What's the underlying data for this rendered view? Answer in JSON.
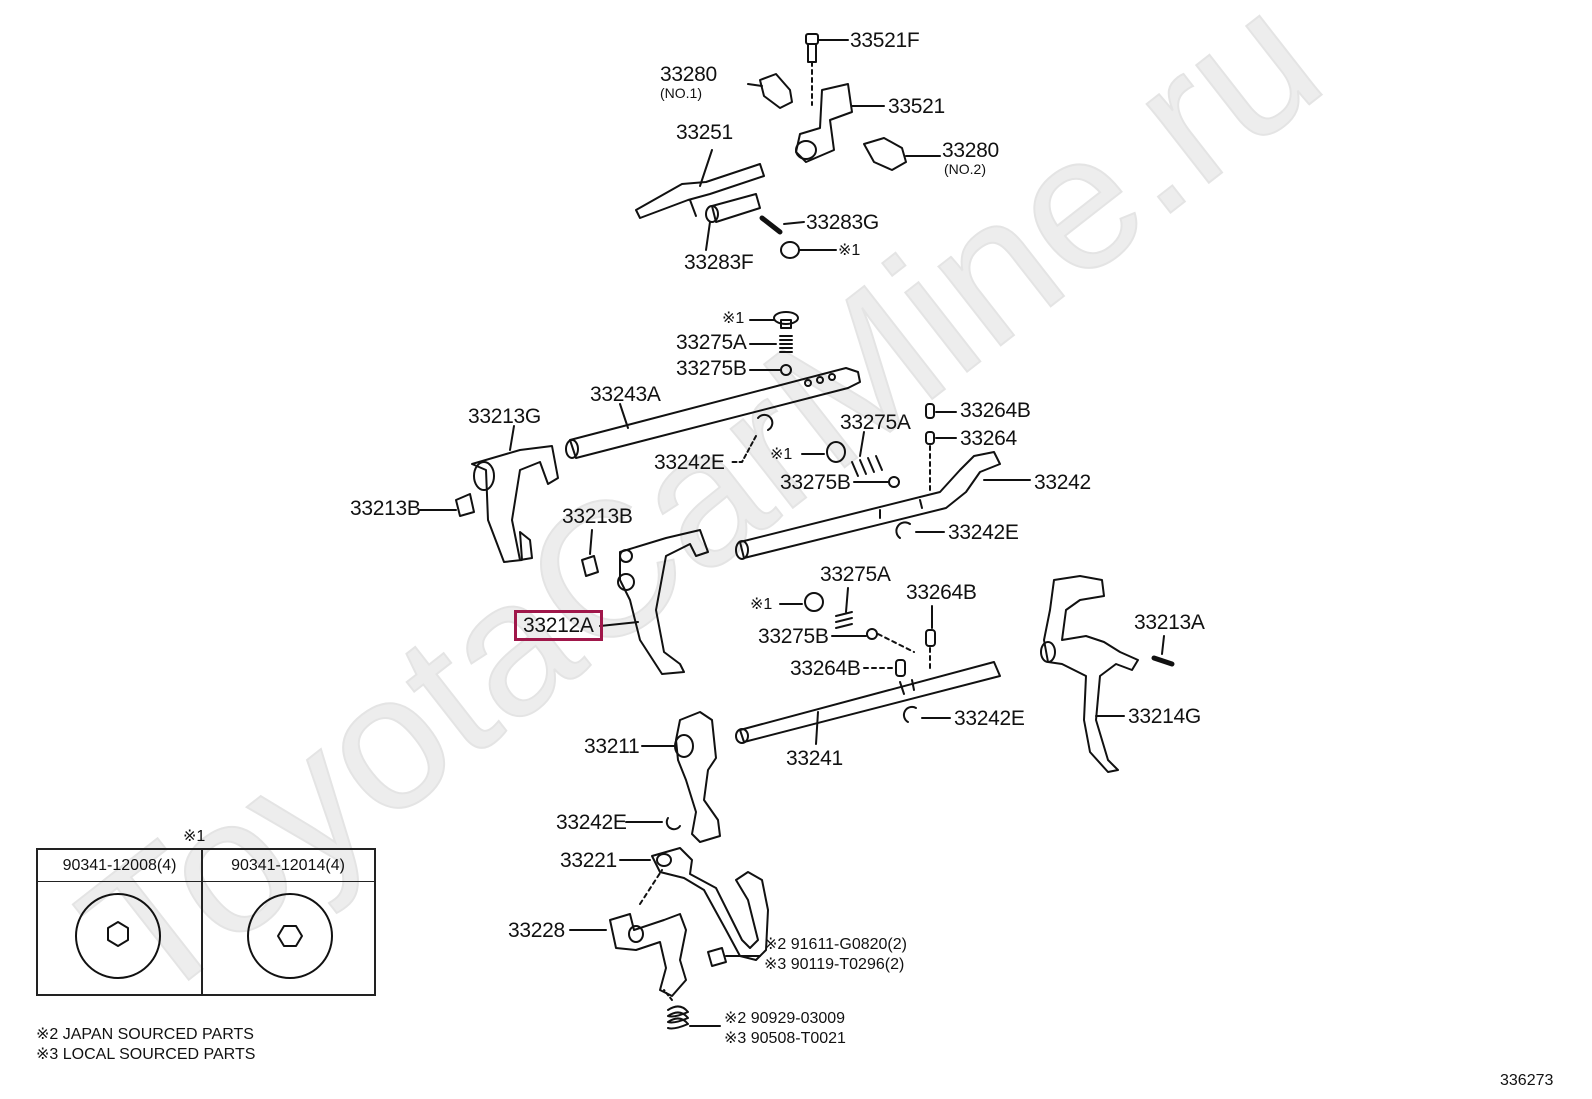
{
  "watermark": "ToyotaCarMine.ru",
  "labels": {
    "p33521F": "33521F",
    "p33280a": "33280",
    "p33280a_sub": "(NO.1)",
    "p33521": "33521",
    "p33251": "33251",
    "p33280b": "33280",
    "p33280b_sub": "(NO.2)",
    "p33283G": "33283G",
    "mark1a": "※1",
    "p33283F": "33283F",
    "mark1b": "※1",
    "p33275A_top": "33275A",
    "p33275B_top": "33275B",
    "p33243A": "33243A",
    "p33213G": "33213G",
    "p33264B_top": "33264B",
    "p33275A_mid": "33275A",
    "p33264": "33264",
    "p33242E_a": "33242E",
    "mark1c": "※1",
    "p33275B_mid": "33275B",
    "p33242": "33242",
    "p33213B_left": "33213B",
    "p33213B_mid": "33213B",
    "p33242E_b": "33242E",
    "p33275A_low": "33275A",
    "p33264B_low": "33264B",
    "mark1d": "※1",
    "p33212A": "33212A",
    "p33275B_low": "33275B",
    "p33213A": "33213A",
    "p33264B_mid": "33264B",
    "p33242E_c": "33242E",
    "p33214G": "33214G",
    "p33211": "33211",
    "p33241": "33241",
    "p33242E_d": "33242E",
    "p33221": "33221",
    "p33228": "33228",
    "bolt_a": "※2  91611-G0820(2)",
    "bolt_b": "※3  90119-T0296(2)",
    "spring_a": "※2  90929-03009",
    "spring_b": "※3  90508-T0021"
  },
  "highlighted_part": "33212A",
  "inset": {
    "mark": "※1",
    "columns": [
      "90341-12008(4)",
      "90341-12014(4)"
    ]
  },
  "footnotes": [
    "※2 JAPAN SOURCED PARTS",
    "※3 LOCAL SOURCED PARTS"
  ],
  "diagram_code": "336273",
  "colors": {
    "highlight": "#a0174a",
    "line": "#111111",
    "watermark": "#ececec"
  }
}
